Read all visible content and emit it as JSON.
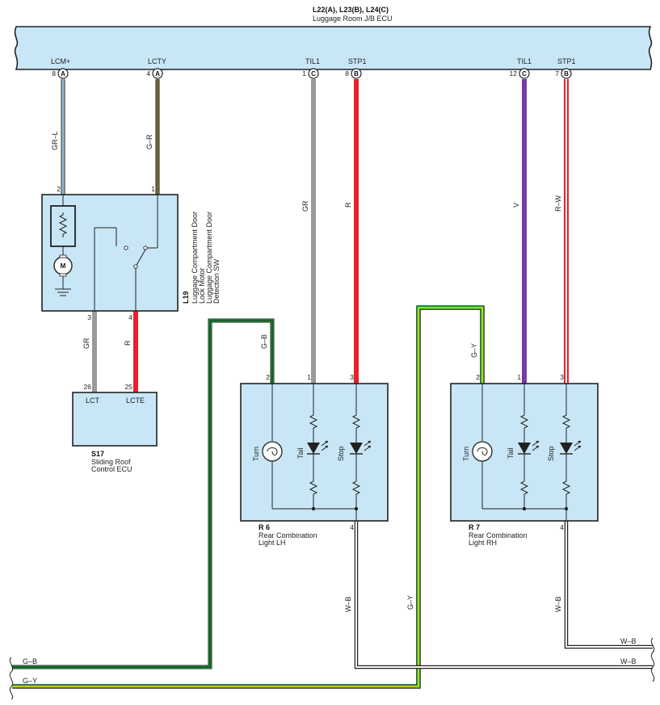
{
  "ecu": {
    "code": "L22(A), L23(B), L24(C)",
    "name": "Luggage Room J/B ECU",
    "terminals": [
      {
        "name": "LCM+",
        "pin": "8",
        "conn": "A"
      },
      {
        "name": "LCTY",
        "pin": "4",
        "conn": "A"
      },
      {
        "name": "TIL1",
        "pin": "1",
        "conn": "C"
      },
      {
        "name": "STP1",
        "pin": "8",
        "conn": "B"
      },
      {
        "name": "TIL1",
        "pin": "12",
        "conn": "C"
      },
      {
        "name": "STP1",
        "pin": "7",
        "conn": "B"
      }
    ]
  },
  "wires": {
    "w1": "GR–L",
    "w2": "G–R",
    "w3": "GR",
    "w4": "R",
    "w5": "V",
    "w6": "R–W",
    "w7": "GR",
    "w8": "R",
    "w9": "G–B",
    "w10": "G–Y",
    "w11": "W–B",
    "w12": "W–B",
    "w13": "G–Y",
    "w14": "G–B",
    "w15": "G–Y",
    "w16": "W–B",
    "w17": "W–B"
  },
  "l19": {
    "code": "L19",
    "desc": [
      "Luggage Compartment Door",
      "Lock Motor",
      "Luggage Compartment Door",
      "Detection SW"
    ],
    "pins": {
      "p2": "2",
      "p1": "1",
      "p3": "3",
      "p4": "4"
    },
    "motor": "M"
  },
  "s17": {
    "code": "S17",
    "name": [
      "Sliding Roof",
      "Control ECU"
    ],
    "terms": {
      "lct": "LCT",
      "lcte": "LCTE"
    },
    "pins": {
      "p26": "26",
      "p25": "25"
    }
  },
  "r6": {
    "code": "R 6",
    "name": [
      "Rear Combination",
      "Light LH"
    ],
    "pins": {
      "p2": "2",
      "p1": "1",
      "p3": "3",
      "p4": "4"
    },
    "labels": {
      "turn": "Turn",
      "tail": "Tail",
      "stop": "Stop"
    }
  },
  "r7": {
    "code": "R 7",
    "name": [
      "Rear Combination",
      "Light RH"
    ],
    "pins": {
      "p2": "2",
      "p1": "1",
      "p3": "3",
      "p4": "4"
    },
    "labels": {
      "turn": "Turn",
      "tail": "Tail",
      "stop": "Stop"
    }
  },
  "colors": {
    "bg": "#c8e6f6",
    "red": "#e8202a",
    "gray": "#9a9a9a",
    "violet": "#7a3aa0",
    "green": "#1a9a3a",
    "yellow": "#e6e200",
    "blue": "#7fc4ea",
    "white": "#ffffff",
    "black": "#222222"
  }
}
